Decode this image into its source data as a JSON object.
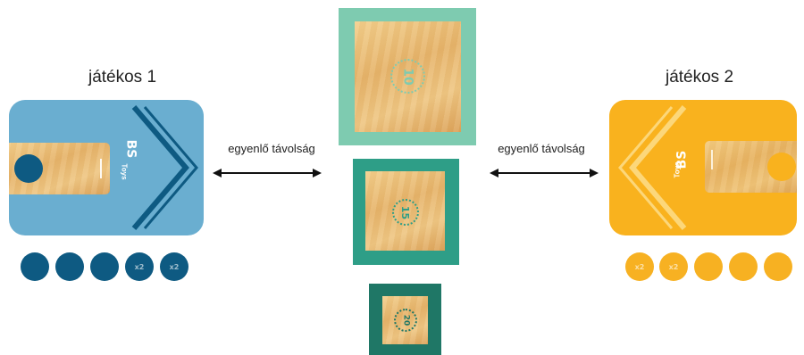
{
  "players": [
    {
      "title": "játékos 1",
      "brand": "Toys",
      "tokens": [
        "",
        "",
        "",
        "x2",
        "x2"
      ]
    },
    {
      "title": "játékos 2",
      "brand": "Toys",
      "tokens": [
        "x2",
        "x2",
        "",
        "",
        ""
      ]
    }
  ],
  "distance_labels": {
    "left": "egyenlő távolság",
    "right": "egyenlő távolság"
  },
  "targets": [
    {
      "score": "10",
      "frame_color": "#7ecbb0"
    },
    {
      "score": "15",
      "frame_color": "#2e9e87"
    },
    {
      "score": "20",
      "frame_color": "#1f7766"
    }
  ],
  "colors": {
    "player1_board": "#6aaed0",
    "player1_token": "#0e5a82",
    "player2_board": "#f9b21e",
    "player2_token": "#f7b122",
    "wood": "#e9bb73"
  }
}
